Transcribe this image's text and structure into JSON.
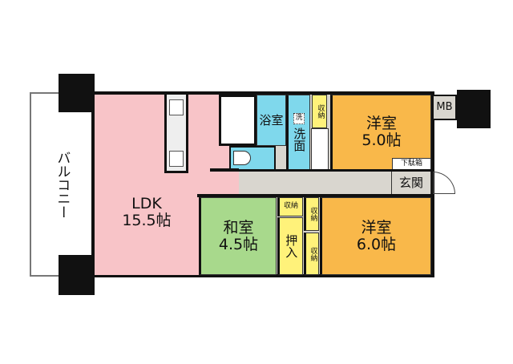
{
  "colors": {
    "ldk": "#f8c4c8",
    "western": "#f9b84a",
    "japanese": "#a8d98c",
    "wet": "#7fd8ec",
    "storage": "#fff27a",
    "hall": "#d9d6cf",
    "wall": "#111111"
  },
  "rooms": {
    "balcony": "バルコニー",
    "ldk": {
      "name": "LDK",
      "size": "15.5帖"
    },
    "bath": "浴室",
    "washroom": "洗面",
    "washer": "洗",
    "western1": {
      "name": "洋室",
      "size": "5.0帖"
    },
    "western2": {
      "name": "洋室",
      "size": "6.0帖"
    },
    "japanese": {
      "name": "和室",
      "size": "4.5帖"
    },
    "mb": "MB",
    "shoe_box": "下駄箱",
    "entrance": "玄関",
    "storage": "収納",
    "closet": "押入"
  }
}
